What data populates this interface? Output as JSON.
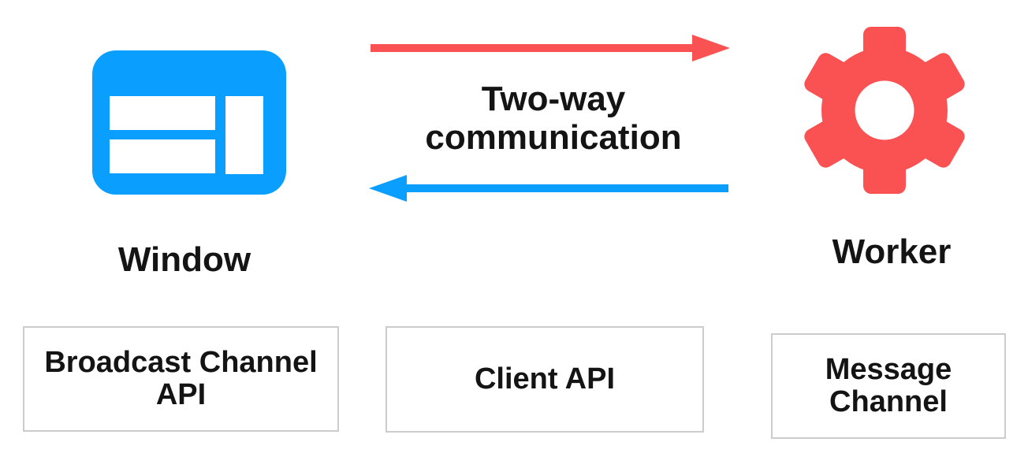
{
  "nodes": {
    "window": {
      "label": "Window"
    },
    "worker": {
      "label": "Worker"
    }
  },
  "connection": {
    "label": "Two-way communication"
  },
  "channels": [
    {
      "label": "Broadcast Channel API"
    },
    {
      "label": "Client API"
    },
    {
      "label": "Message Channel"
    }
  ],
  "icons": {
    "window": "browser-window-icon",
    "worker": "gear-icon",
    "forward": "arrow-right-icon",
    "backward": "arrow-left-icon"
  },
  "colors": {
    "blue": "#0a9fff",
    "red": "#fa5252",
    "text": "#141414",
    "box-border": "#cccccc",
    "background": "#ffffff"
  }
}
